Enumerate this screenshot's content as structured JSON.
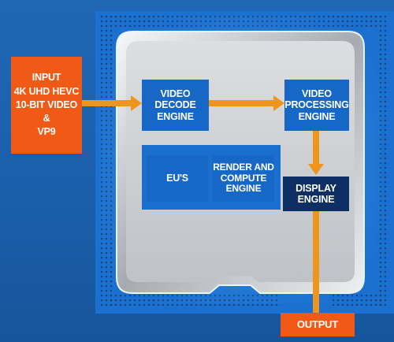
{
  "colors": {
    "background": "#1f67b5",
    "accent_orange": "#f0951c",
    "input_output_box": "#f05a16",
    "engine_box": "#1667c6",
    "display_box": "#0e2f63",
    "chip_silver": "#d2d4d7"
  },
  "input": {
    "lines": "INPUT\n4K UHD HEVC\n10-BIT VIDEO\n&\nVP9"
  },
  "blocks": {
    "video_decode": "VIDEO\nDECODE\nENGINE",
    "video_processing": "VIDEO\nPROCESSING\nENGINE",
    "eus": "EU'S",
    "render_compute": "RENDER AND\nCOMPUTE\nENGINE",
    "display": "DISPLAY\nENGINE"
  },
  "output": {
    "label": "OUTPUT"
  }
}
